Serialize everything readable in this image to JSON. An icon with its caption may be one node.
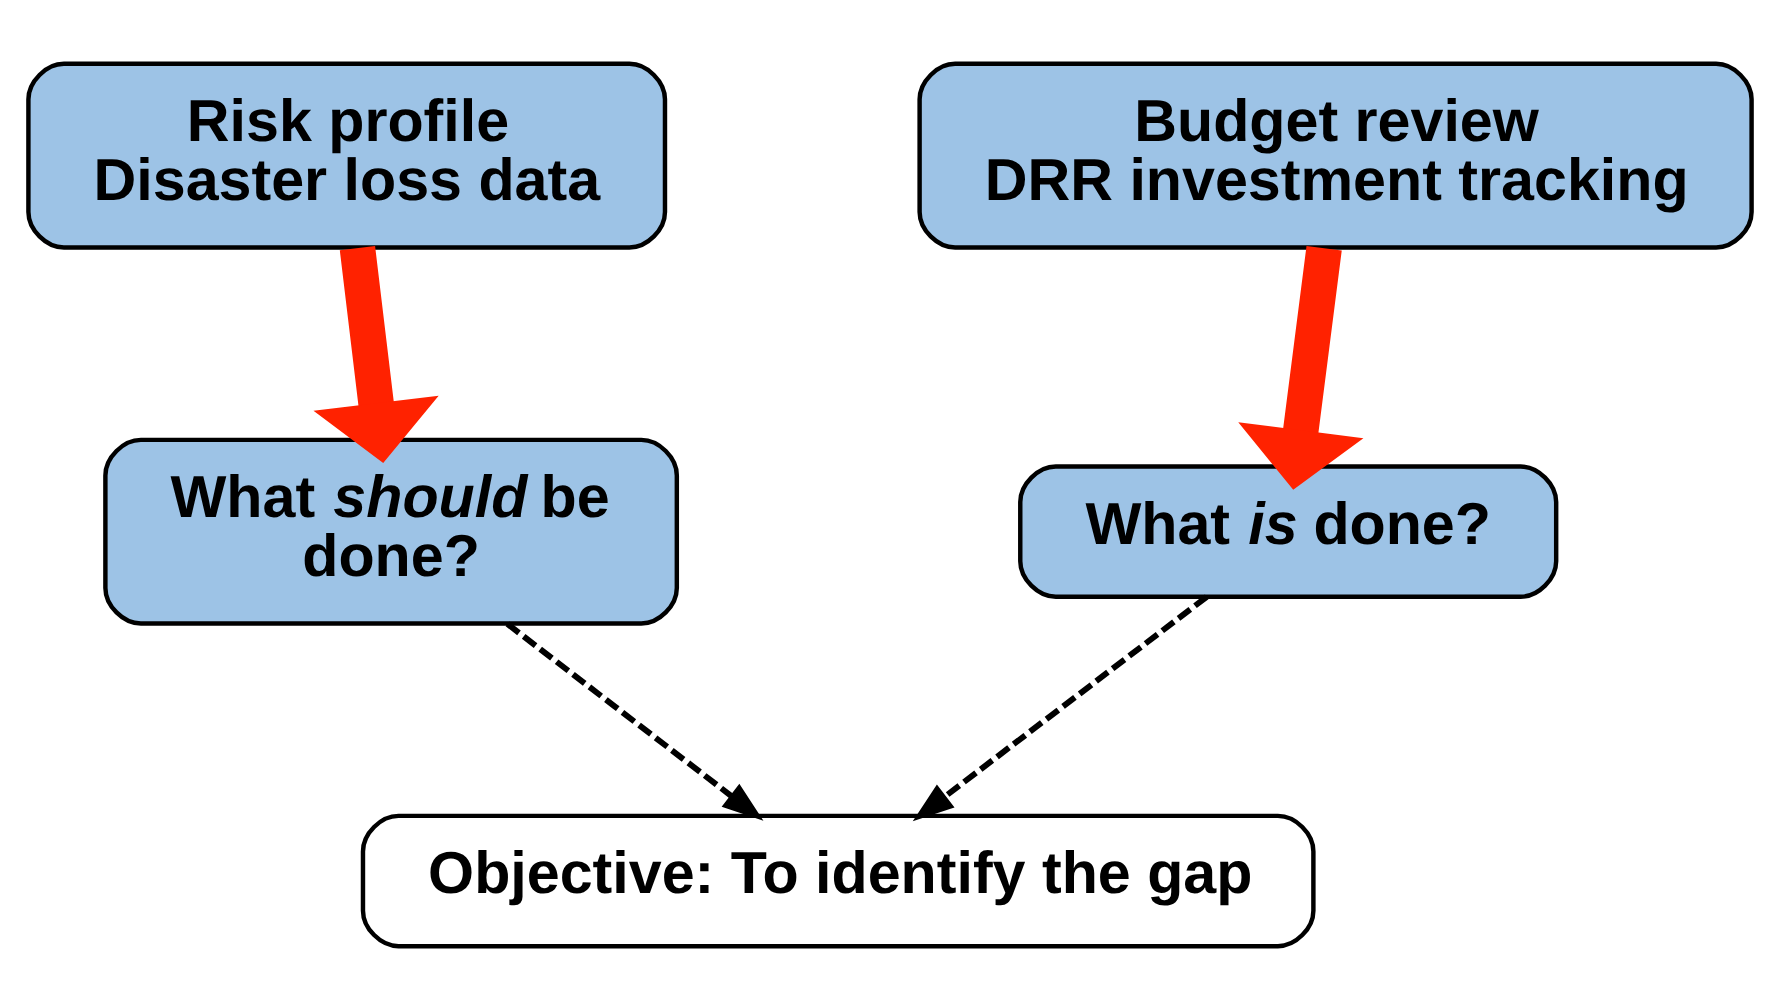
{
  "diagram": {
    "nodes": [
      {
        "text": [
          "Risk profile",
          "Disaster loss data"
        ]
      },
      {
        "text": [
          "Budget review",
          "DRR investment tracking"
        ]
      },
      {
        "text": [
          "What *should* be done?"
        ]
      },
      {
        "text": [
          "What *is* done?"
        ]
      },
      {
        "text": [
          "Objective: To identify the gap"
        ]
      }
    ],
    "edges": [
      {
        "from": 0,
        "to": 2,
        "arrow": "to",
        "style": "thick",
        "color": "#ff2200"
      },
      {
        "from": 1,
        "to": 3,
        "arrow": "to",
        "style": "thick",
        "color": "#ff2200"
      },
      {
        "from": 2,
        "to": 4,
        "arrow": "to",
        "style": "dashed",
        "color": "#000000"
      },
      {
        "from": 3,
        "to": 4,
        "arrow": "to",
        "style": "dashed",
        "color": "#000000"
      }
    ]
  }
}
